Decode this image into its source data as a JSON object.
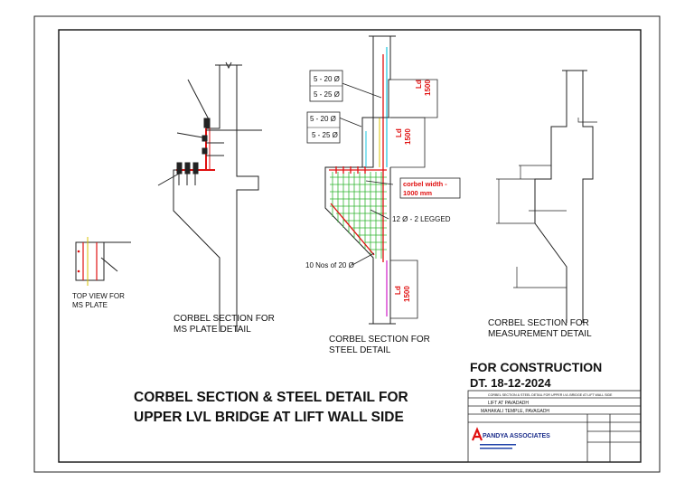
{
  "views": {
    "ms_plate": {
      "caption_1": "CORBEL SECTION FOR",
      "caption_2": "MS PLATE DETAIL"
    },
    "top_view": {
      "caption_1": "TOP VIEW FOR",
      "caption_2": "MS PLATE"
    },
    "steel": {
      "caption_1": "CORBEL SECTION FOR",
      "caption_2": "STEEL DETAIL",
      "bar_label_1": "5 - 20 Ø",
      "bar_label_2": "5 - 25 Ø",
      "bar_label_3": "5 - 20 Ø",
      "bar_label_4": "5 - 25 Ø",
      "ld_label": "Ld",
      "ld_value": "1500",
      "corbel_width_1": "corbel width -",
      "corbel_width_2": "1000 mm",
      "stirrups": "12 Ø - 2 LEGGED",
      "bottom_bars": "10 Nos of 20 Ø"
    },
    "measurement": {
      "caption_1": "CORBEL SECTION FOR",
      "caption_2": "MEASUREMENT DETAIL"
    }
  },
  "main_title_1": "CORBEL SECTION & STEEL DETAIL FOR",
  "main_title_2": "UPPER LVL BRIDGE AT LIFT WALL SIDE",
  "status": "FOR CONSTRUCTION",
  "date": "DT. 18-12-2024",
  "title_block": {
    "row1": "CORBEL SECTION & STEEL DETAIL FOR UPPER LVL BRIDGE AT LIFT WALL SIDE",
    "row2": "LIFT AT PAVADADH",
    "row3": "MAHAKALI TEMPLE, PAVAGADH",
    "firm": "PANDYA ASSOCIATES"
  },
  "colors": {
    "rebar_red": "#e01010",
    "mesh_green": "#2fb52f",
    "cyan": "#19c6e0",
    "magenta": "#d01cc8",
    "yellow": "#d8c200"
  }
}
